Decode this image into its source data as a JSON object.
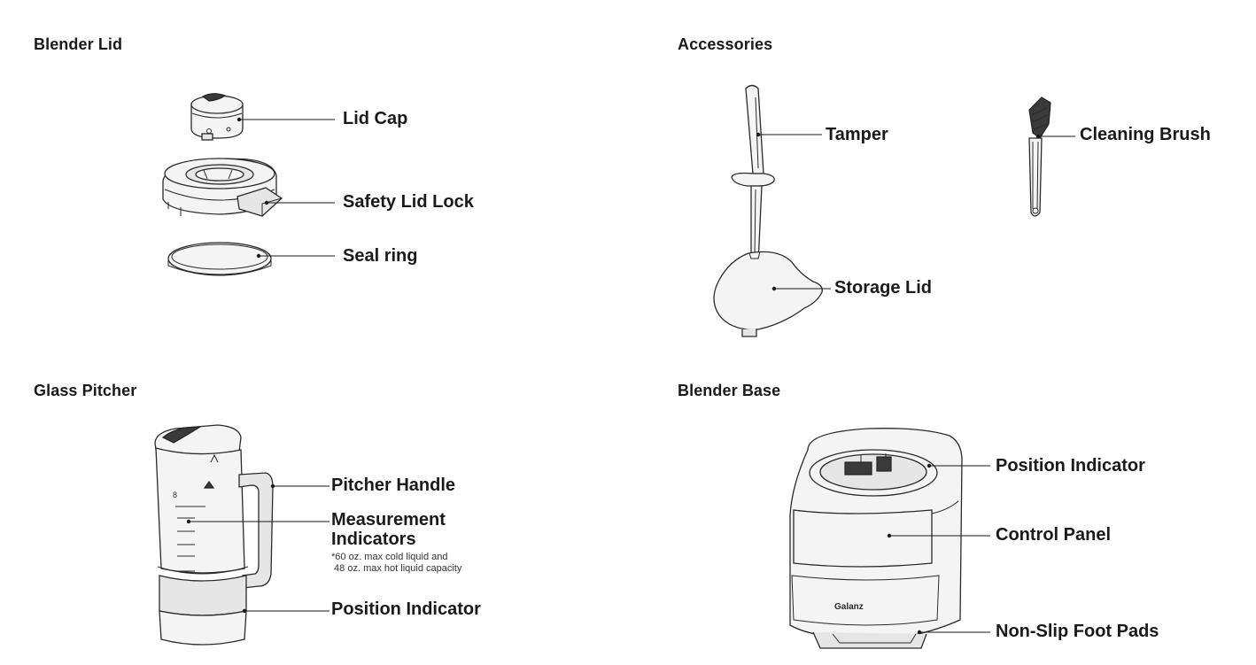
{
  "sections": {
    "blender_lid": "Blender Lid",
    "accessories": "Accessories",
    "glass_pitcher": "Glass Pitcher",
    "blender_base": "Blender Base"
  },
  "labels": {
    "lid_cap": "Lid Cap",
    "safety_lid_lock": "Safety Lid Lock",
    "seal_ring": "Seal ring",
    "tamper": "Tamper",
    "cleaning_brush": "Cleaning Brush",
    "storage_lid": "Storage Lid",
    "pitcher_handle": "Pitcher Handle",
    "measurement_indicators": "Measurement\nIndicators",
    "capacity_note": "*60 oz. max cold liquid and\n 48 oz. max hot liquid capacity",
    "pitcher_position_indicator": "Position Indicator",
    "base_position_indicator": "Position Indicator",
    "control_panel": "Control Panel",
    "non_slip_foot_pads": "Non-Slip Foot Pads",
    "brand_logo": "Galanz"
  }
}
